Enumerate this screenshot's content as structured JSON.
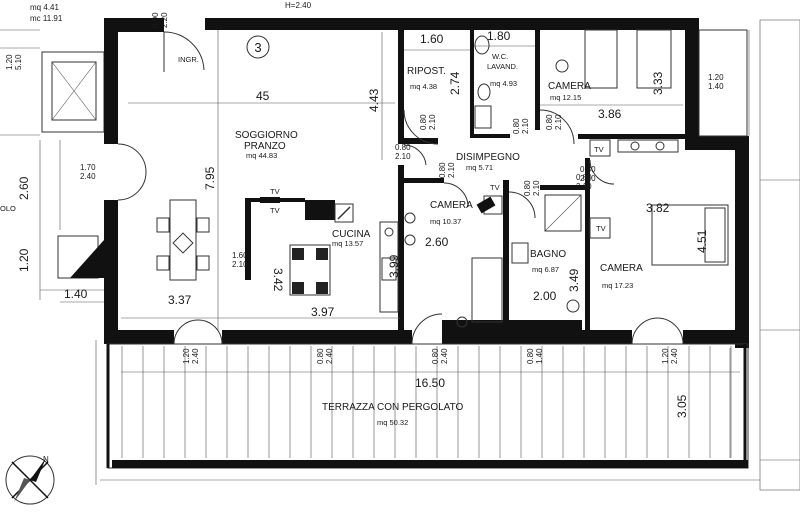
{
  "plan": {
    "unit_number": "3",
    "top_left_notes": [
      "mq 4.41",
      "mc 11.91"
    ],
    "top_note": "H=2.40",
    "rooms": {
      "ingresso": {
        "name": "INGR."
      },
      "soggiorno": {
        "name": "SOGGIORNO\nPRANZO",
        "line1": "SOGGIORNO",
        "line2": "PRANZO",
        "area": "mq 44.83"
      },
      "ripostiglio": {
        "name": "RIPOST.",
        "area": "mq 4.38"
      },
      "wc": {
        "line1": "W.C.",
        "line2": "LAVAND.",
        "area": "mq 4.93"
      },
      "camera_top": {
        "name": "CAMERA",
        "area": "mq 12.15"
      },
      "disimpegno": {
        "name": "DISIMPEGNO",
        "area": "mq 5.71"
      },
      "camera_mid": {
        "name": "CAMERA",
        "area": "mq 10.37"
      },
      "bagno": {
        "name": "BAGNO",
        "area": "mq 6.87"
      },
      "camera_right": {
        "name": "CAMERA",
        "area": "mq 17.23"
      },
      "cucina": {
        "name": "CUCINA",
        "area": "mq 13.57"
      },
      "terrazza": {
        "name": "TERRAZZA CON PERGOLATO",
        "area": "mq 50.32"
      }
    },
    "tv_labels": [
      "TV",
      "TV",
      "TV",
      "TV",
      "TV"
    ],
    "dimensions": {
      "d_45": "45",
      "d_443": "4.43",
      "d_795": "7.95",
      "d_337": "3.37",
      "d_342": "3.42",
      "d_397": "3.97",
      "d_399": "3.99",
      "d_260_mid": "2.60",
      "d_200": "2.00",
      "d_349": "3.49",
      "d_160": "1.60",
      "d_180": "1.80",
      "d_274": "2.74",
      "d_386": "3.86",
      "d_333": "3.33",
      "d_382": "3.82",
      "d_451": "4.51",
      "d_1650": "16.50",
      "d_305": "3.05",
      "d_260_left": "2.60",
      "d_120_left": "1.20",
      "d_140_left": "1.40",
      "d_olo": "OLO"
    },
    "openings": {
      "o1": [
        "0.90",
        "2.20"
      ],
      "o2": [
        "1.20",
        "5.10"
      ],
      "o3": [
        "1.70",
        "2.40"
      ],
      "o4": [
        "1.60",
        "2.10"
      ],
      "o5": [
        "0.80",
        "2.10"
      ],
      "o6": [
        "0.80",
        "2.10"
      ],
      "o7": [
        "0.80",
        "2.10"
      ],
      "o8": [
        "0.80",
        "2.10"
      ],
      "o9": [
        "0.80",
        "2.10"
      ],
      "o10": [
        "0.80",
        "2.10"
      ],
      "o11": [
        "0.80",
        "2.10"
      ],
      "o12": [
        "1.20",
        "1.40"
      ],
      "o13": [
        "1.20",
        "2.40"
      ],
      "o14": [
        "0.80",
        "2.40"
      ],
      "o15": [
        "0.80",
        "2.40"
      ],
      "o16": [
        "0.80",
        "1.40"
      ],
      "o17": [
        "1.20",
        "2.40"
      ],
      "o18": [
        "0.80",
        "2.10"
      ]
    },
    "compass_letter": "N"
  }
}
